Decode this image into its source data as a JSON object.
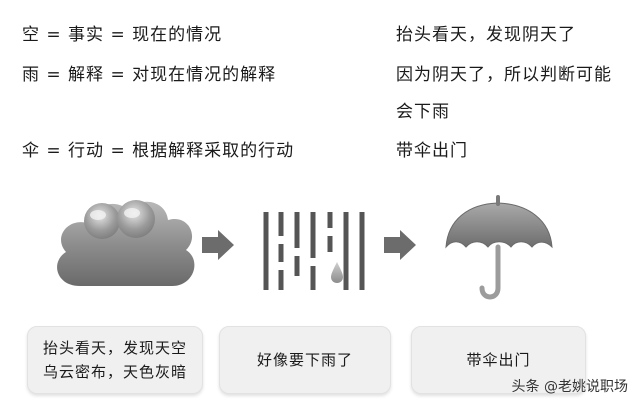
{
  "left_lines": [
    "空 = 事实 = 现在的情况",
    "雨 = 解释 = 对现在情况的解释",
    "伞 = 行动 = 根据解释采取的行动"
  ],
  "right_lines": [
    "抬头看天，发现阴天了",
    "因为阴天了，所以判断可能",
    "会下雨",
    "带伞出门"
  ],
  "icons": {
    "cloud": "cloud-icon",
    "rain": "rain-icon",
    "umbrella": "umbrella-icon",
    "arrow": "arrow-right-icon"
  },
  "boxes": {
    "box1_line1": "抬头看天，发现天空",
    "box1_line2": "乌云密布，天色灰暗",
    "box2": "好像要下雨了",
    "box3": "带伞出门"
  },
  "watermark": "头条 @老姚说职场"
}
